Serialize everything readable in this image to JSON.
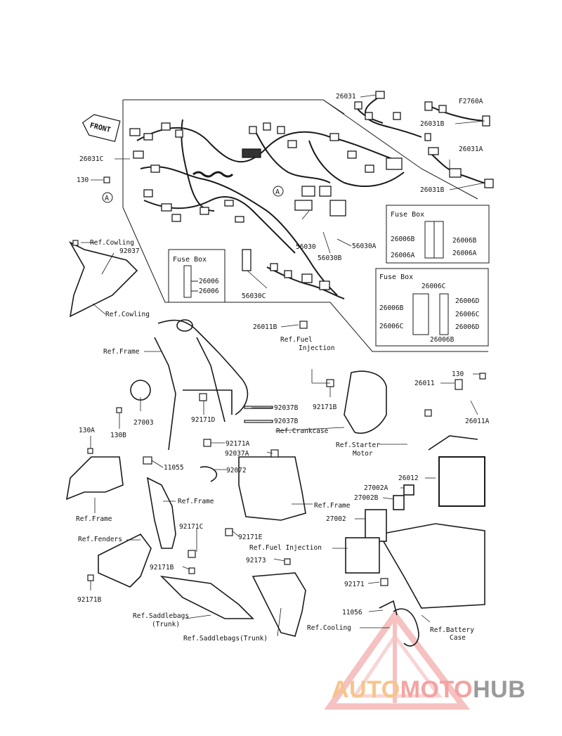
{
  "front_label": "FRONT",
  "fuse_boxes": [
    {
      "title": "Fuse Box",
      "labels": [
        "26006",
        "26006"
      ]
    },
    {
      "title": "Fuse Box",
      "labels": [
        "26006B",
        "26006B",
        "26006A",
        "26006A"
      ]
    },
    {
      "title": "Fuse Box",
      "labels": [
        "26006C",
        "26006B",
        "26006D",
        "26006C",
        "26006C",
        "26006D",
        "26006B"
      ]
    }
  ],
  "callout_marker": "A",
  "parts": {
    "p26031": "26031",
    "p26031B_1": "26031B",
    "p26031A": "26031A",
    "p26031B_2": "26031B",
    "pF2760A": "F2760A",
    "p26031C": "26031C",
    "p130_1": "130",
    "p56030": "56030",
    "p56030A": "56030A",
    "p56030B": "56030B",
    "p56030C": "56030C",
    "p26011B": "26011B",
    "p92037": "92037",
    "p27003": "27003",
    "p130B": "130B",
    "p92171D": "92171D",
    "p92037B_1": "92037B",
    "p92037B_2": "92037B",
    "p92171B_1": "92171B",
    "p130A": "130A",
    "p92171A": "92171A",
    "p92037A": "92037A",
    "p11055": "11055",
    "p92072": "92072",
    "p92171C": "92171C",
    "p92171E": "92171E",
    "p92173": "92173",
    "p92171B_2": "92171B",
    "p92171B_3": "92171B",
    "p26011": "26011",
    "p130_2": "130",
    "p26011A": "26011A",
    "p26012": "26012",
    "p27002A": "27002A",
    "p27002B": "27002B",
    "p27002": "27002",
    "p92171": "92171",
    "p11056": "11056"
  },
  "refs": {
    "cowling_1": "Ref.Cowling",
    "cowling_2": "Ref.Cowling",
    "frame_1": "Ref.Frame",
    "frame_2": "Ref.Frame",
    "frame_3": "Ref.Frame",
    "frame_4": "Ref.Frame",
    "fuel_injection_a": "Ref.Fuel",
    "fuel_injection_b": "Injection",
    "fuel_injection_2": "Ref.Fuel Injection",
    "crankcase": "Ref.Crankcase",
    "starter_a": "Ref.Starter",
    "starter_b": "Motor",
    "fenders": "Ref.Fenders",
    "saddlebags_a": "Ref.Saddlebags",
    "saddlebags_b": "(Trunk)",
    "saddlebags_2": "Ref.Saddlebags(Trunk)",
    "cooling": "Ref.Cooling",
    "battery_a": "Ref.Battery",
    "battery_b": "Case"
  },
  "watermark": {
    "part_a": "AUTO",
    "part_b": "MOTO",
    "part_c": "HUB"
  },
  "colors": {
    "line": "#1a1a1a",
    "watermark_triangle": "#f08c8c",
    "watermark_auto": "#f7c48a",
    "watermark_hub": "#9a9a9a"
  }
}
